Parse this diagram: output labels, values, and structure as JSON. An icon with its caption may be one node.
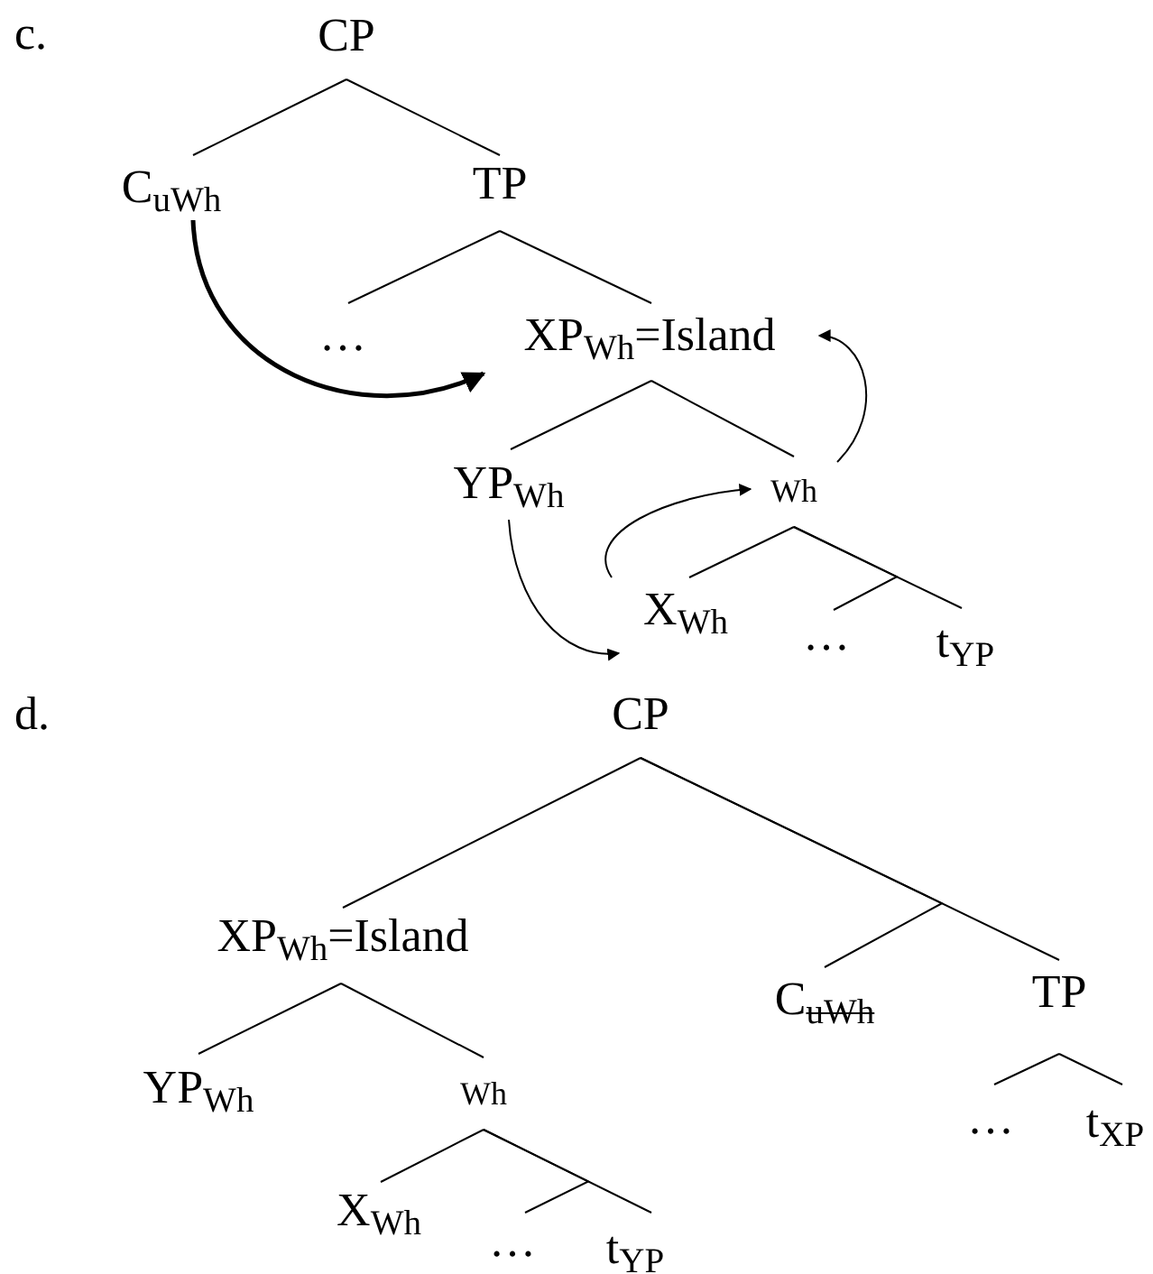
{
  "diagram": {
    "nodes": [
      {
        "text": [
          "CP"
        ]
      },
      {
        "text": [
          "C$_{uWh}$"
        ]
      },
      {
        "text": [
          "TP"
        ]
      },
      {
        "text": [
          "…"
        ]
      },
      {
        "text": [
          "XP$_{Wh}$=Island"
        ]
      },
      {
        "text": [
          "YP$_{Wh}$"
        ]
      },
      {
        "text": [
          "Wh"
        ]
      },
      {
        "text": [
          "X$_{Wh}$"
        ]
      },
      {
        "text": [
          "…"
        ]
      },
      {
        "text": [
          "t$_{YP}$"
        ]
      },
      {
        "text": [
          "CP"
        ]
      },
      {
        "text": [
          "XP$_{Wh}$=Island"
        ]
      },
      {
        "text": [
          "C$_{uWh}$"
        ]
      },
      {
        "text": [
          "TP"
        ]
      },
      {
        "text": [
          "YP$_{Wh}$"
        ]
      },
      {
        "text": [
          "Wh"
        ]
      },
      {
        "text": [
          "…"
        ]
      },
      {
        "text": [
          "t$_{XP}$"
        ]
      },
      {
        "text": [
          "X$_{Wh}$"
        ]
      },
      {
        "text": [
          "…"
        ]
      },
      {
        "text": [
          "t$_{YP}$"
        ]
      }
    ],
    "edges": [
      {
        "from": 0,
        "to": 1,
        "arrow": "none"
      },
      {
        "from": 0,
        "to": 2,
        "arrow": "none"
      },
      {
        "from": 2,
        "to": 3,
        "arrow": "none"
      },
      {
        "from": 2,
        "to": 4,
        "arrow": "none"
      },
      {
        "from": 4,
        "to": 5,
        "arrow": "none"
      },
      {
        "from": 4,
        "to": 6,
        "arrow": "none"
      },
      {
        "from": 6,
        "to": 7,
        "arrow": "none"
      },
      {
        "from": 6,
        "to": 8,
        "arrow": "none"
      },
      {
        "from": 6,
        "to": 9,
        "arrow": "none"
      },
      {
        "from": 1,
        "to": 4,
        "arrow": "to",
        "style": "thick"
      },
      {
        "from": 5,
        "to": 7,
        "arrow": "to"
      },
      {
        "from": 7,
        "to": 6,
        "arrow": "to"
      },
      {
        "from": 6,
        "to": 4,
        "arrow": "to"
      },
      {
        "from": 10,
        "to": 11,
        "arrow": "none"
      },
      {
        "from": 10,
        "to": 12,
        "arrow": "none"
      },
      {
        "from": 10,
        "to": 13,
        "arrow": "none"
      },
      {
        "from": 11,
        "to": 14,
        "arrow": "none"
      },
      {
        "from": 11,
        "to": 15,
        "arrow": "none"
      },
      {
        "from": 13,
        "to": 16,
        "arrow": "none"
      },
      {
        "from": 13,
        "to": 17,
        "arrow": "none"
      },
      {
        "from": 15,
        "to": 18,
        "arrow": "none"
      },
      {
        "from": 15,
        "to": 19,
        "arrow": "none"
      },
      {
        "from": 15,
        "to": 20,
        "arrow": "none"
      }
    ],
    "labels": [
      "c.",
      "d."
    ]
  }
}
